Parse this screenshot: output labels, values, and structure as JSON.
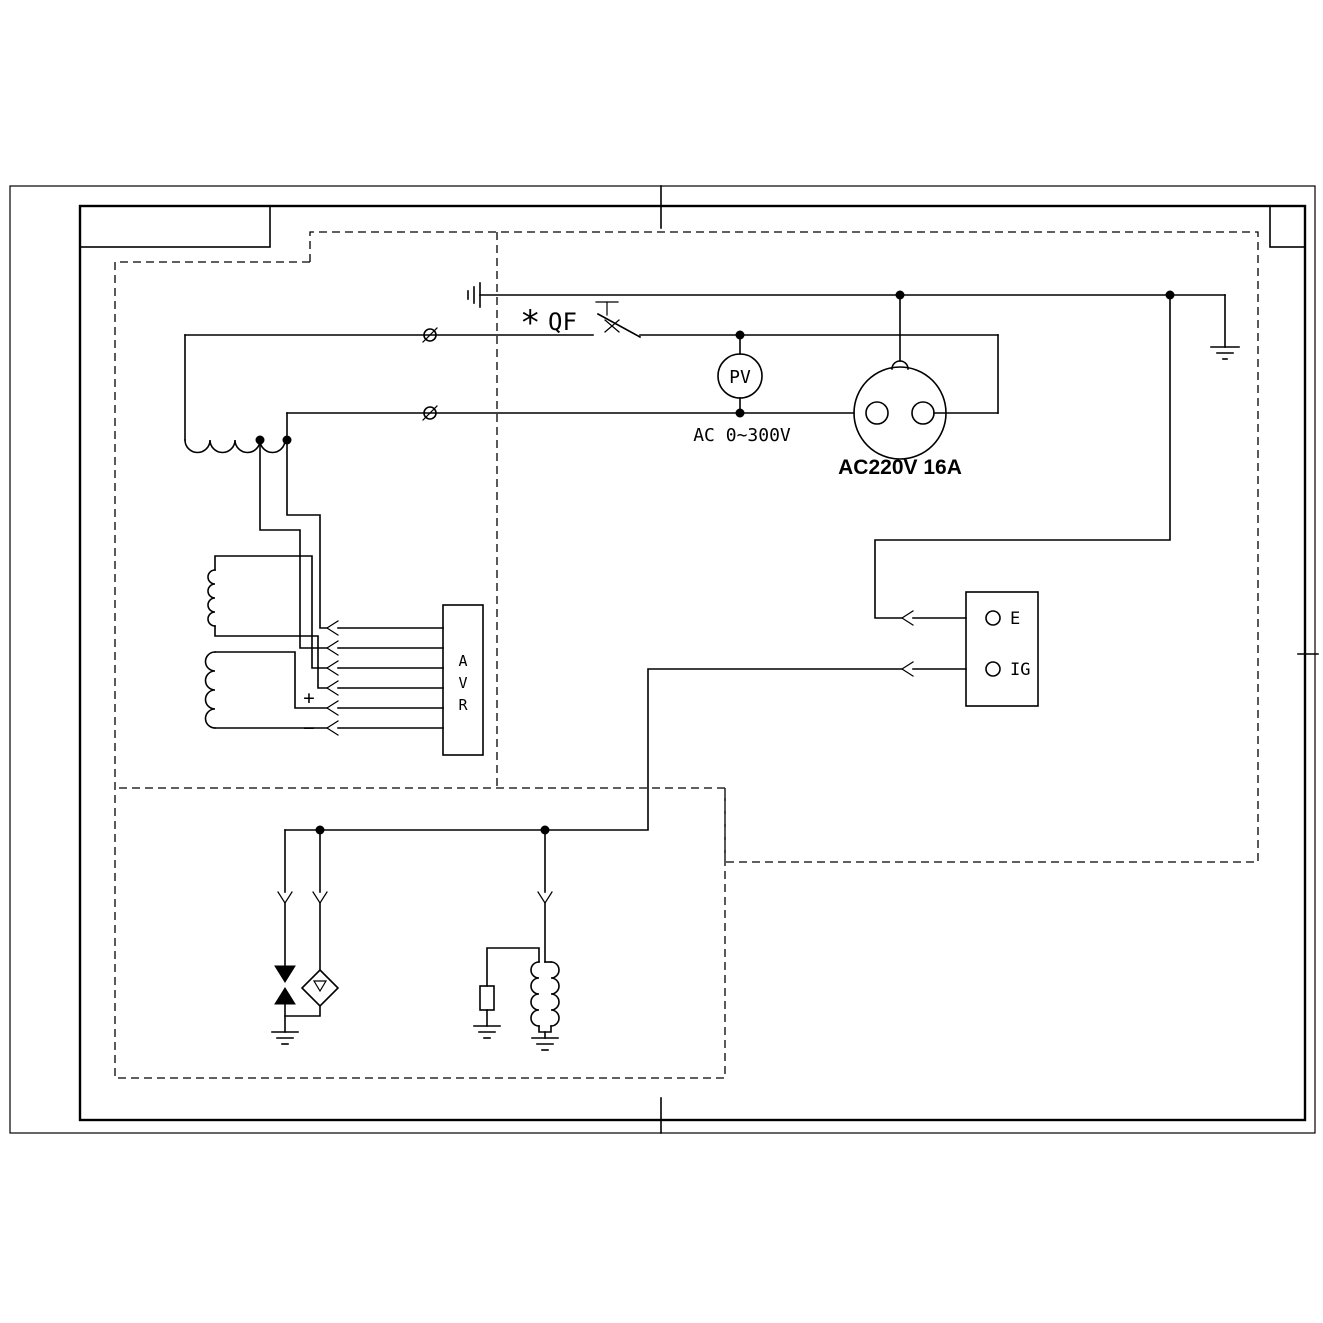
{
  "colors": {
    "line": "#000000",
    "background": "#ffffff"
  },
  "labels": {
    "asterisk": "*",
    "breaker": "QF",
    "voltmeter": "PV",
    "voltmeter_range": "AC 0~300V",
    "socket_rating": "AC220V 16A",
    "avr": [
      "A",
      "V",
      "R"
    ],
    "plus": "+",
    "minus": "−",
    "terminal_e": "E",
    "terminal_ig": "IG"
  }
}
